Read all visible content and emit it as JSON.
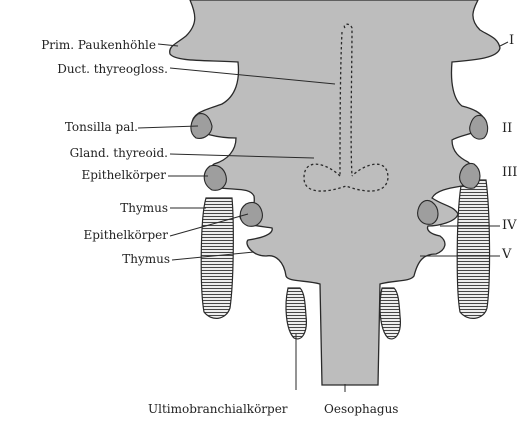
{
  "labels_left": [
    "Prim. Paukenhöhle",
    "Duct. thyreogloss.",
    "Tonsilla pal.",
    "Gland. thyreoid.",
    "Epithelkörper",
    "Thymus",
    "Epithelkörper",
    "Thymus"
  ],
  "labels_right": [
    "I",
    "II",
    "III",
    "IV",
    "V"
  ],
  "labels_bottom": [
    "Ultimobranchialkörper",
    "Oesophagus"
  ],
  "colors": {
    "body_fill": "#bdbdbd",
    "stroke": "#2a2a2a",
    "background": "#ffffff"
  }
}
